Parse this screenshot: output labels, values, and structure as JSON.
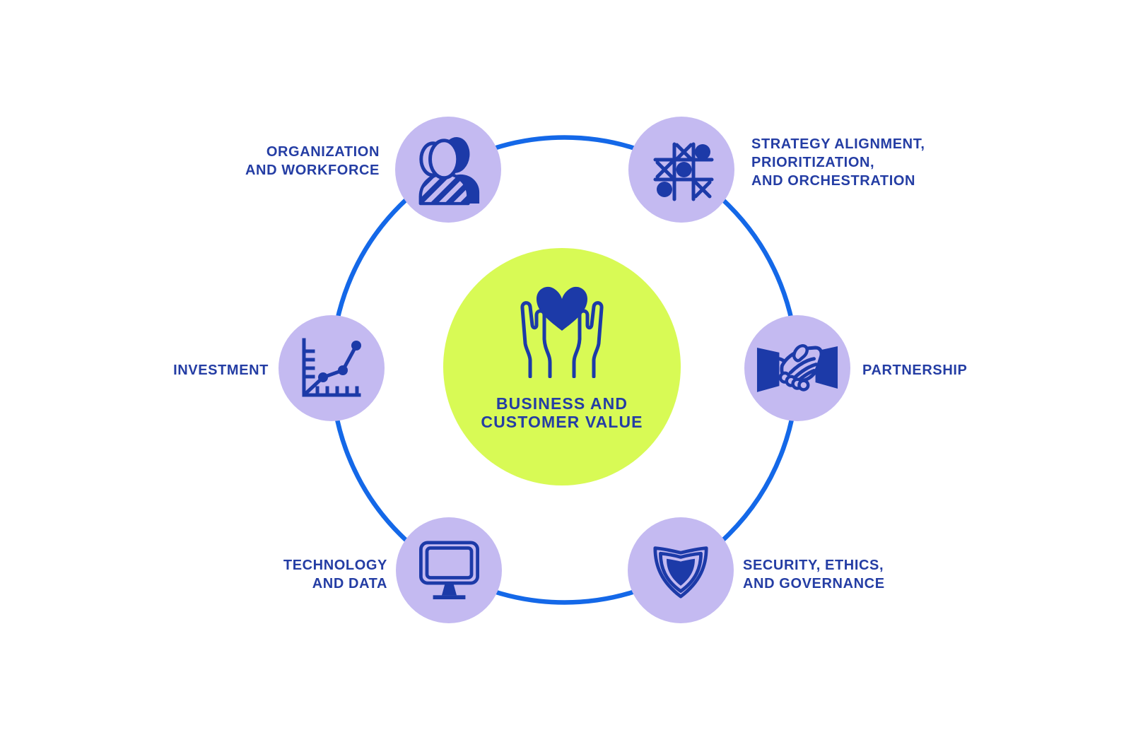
{
  "colors": {
    "navy": "#1c3aa8",
    "text-blue": "#243da4",
    "ring-blue": "#1468e8",
    "lavender": "#c4baf1",
    "green": "#d8fa55",
    "background": "#ffffff"
  },
  "center": {
    "label": "BUSINESS AND\nCUSTOMER VALUE",
    "icon": "hands-holding-heart-icon"
  },
  "nodes": [
    {
      "id": "organization-and-workforce",
      "label": "ORGANIZATION\nAND WORKFORCE",
      "icon": "people-icon",
      "position": "top-left"
    },
    {
      "id": "strategy-alignment-prioritization-orchestration",
      "label": "STRATEGY ALIGNMENT,\nPRIORITIZATION,\nAND ORCHESTRATION",
      "icon": "tic-tac-toe-icon",
      "position": "top-right"
    },
    {
      "id": "partnership",
      "label": "PARTNERSHIP",
      "icon": "handshake-icon",
      "position": "right"
    },
    {
      "id": "security-ethics-governance",
      "label": "SECURITY, ETHICS,\nAND GOVERNANCE",
      "icon": "shield-icon",
      "position": "bottom-right"
    },
    {
      "id": "technology-and-data",
      "label": "TECHNOLOGY\nAND DATA",
      "icon": "monitor-icon",
      "position": "bottom-left"
    },
    {
      "id": "investment",
      "label": "INVESTMENT",
      "icon": "line-chart-icon",
      "position": "left"
    }
  ]
}
